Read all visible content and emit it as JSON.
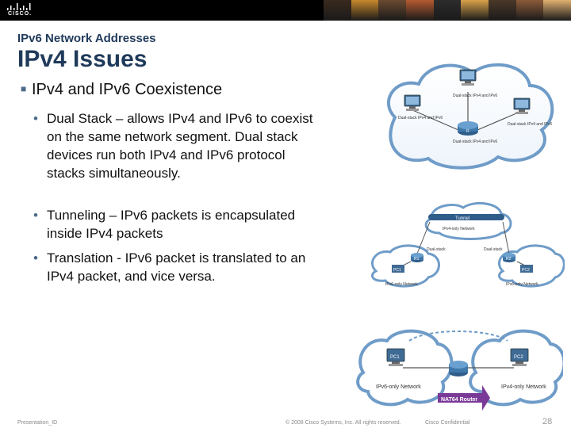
{
  "header": {
    "logo_text": "CISCO.",
    "photo_colors": [
      "#3a2a1e",
      "#c8892c",
      "#6a4a30",
      "#b45a30",
      "#2c2c2c",
      "#d8a24a",
      "#4a3828",
      "#8c5a3a",
      "#e0b070"
    ]
  },
  "slide": {
    "subtitle": "IPv6 Network Addresses",
    "title": "IPv4 Issues",
    "bullet": "IPv4 and IPv6 Coexistence",
    "items": [
      {
        "text": "Dual Stack – allows IPv4 and IPv6 to coexist on the same network segment. Dual stack devices run both IPv4 and IPv6 protocol stacks simultaneously."
      },
      {
        "text": "Tunneling – IPv6 packets is encapsulated inside IPv4 packets"
      },
      {
        "text": "Translation - IPv6 packet is translated to an IPv4 packet, and vice versa."
      }
    ]
  },
  "diagram1": {
    "top_pc_label": "Dual-stack IPv4 and IPv6",
    "left_pc_label": "Dual-stack IPv4 and IPv6",
    "right_pc_label": "Dual-stack IPv4 and IPv6",
    "router_label": "Dual-stack IPv4 and IPv6",
    "router_id": "R"
  },
  "diagram2": {
    "tunnel_label": "Tunnel",
    "ipv4_cloud": "IPv4-only Network",
    "r1": "R1",
    "r2": "R2",
    "r1_label": "Dual-stack",
    "r2_label": "Dual-stack",
    "pc1": "PC1",
    "pc2": "PC2",
    "left_cloud": "IPv6-only Network",
    "right_cloud": "IPv6-only Network"
  },
  "diagram3": {
    "pc1": "PC1",
    "pc2": "PC2",
    "left_cloud": "IPv6-only Network",
    "right_cloud": "IPv4-only Network",
    "router": "NAT64 Router"
  },
  "footer": {
    "presentation": "Presentation_ID",
    "copyright": "© 2008 Cisco Systems, Inc. All rights reserved.",
    "confidential": "Cisco Confidential",
    "page": "28"
  }
}
